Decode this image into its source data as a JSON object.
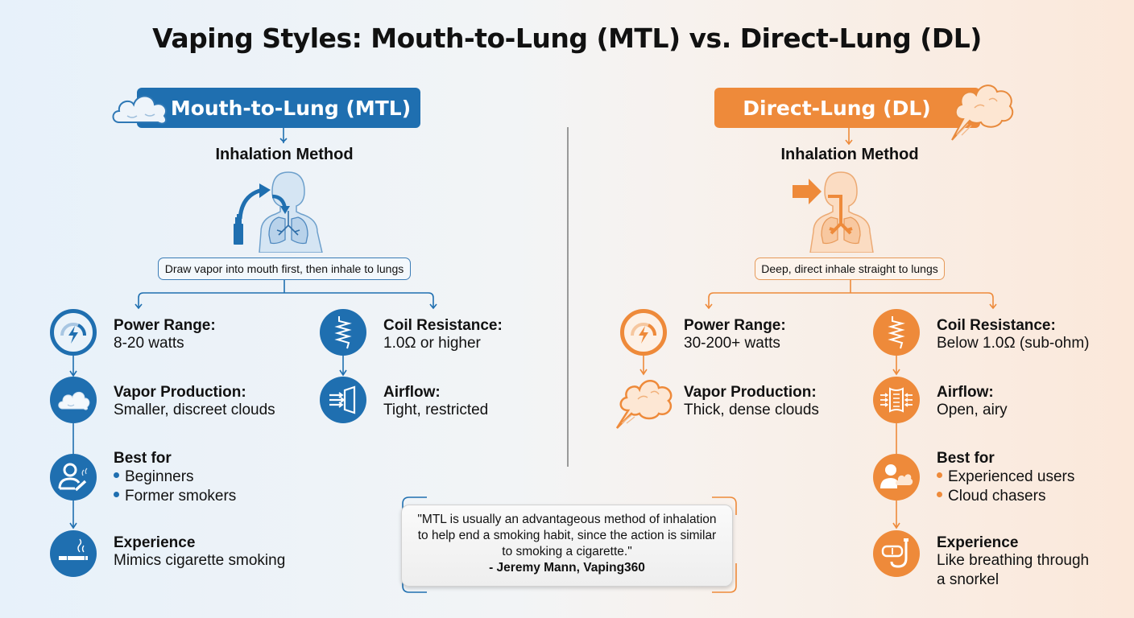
{
  "title": "Vaping Styles: Mouth-to-Lung (MTL) vs. Direct-Lung (DL)",
  "colors": {
    "mtl_accent": "#1f6fb0",
    "dl_accent": "#ee8a3a",
    "divider": "#9a9a9a"
  },
  "mtl": {
    "banner": "Mouth-to-Lung (MTL)",
    "banner_icon": "cloud-icon",
    "inhalation_heading": "Inhalation Method",
    "inhalation_icon": "torso-lungs-with-vape-arrow-icon",
    "inhalation_description": "Draw vapor into mouth first, then inhale to lungs",
    "features": {
      "power": {
        "icon": "power-gauge-icon",
        "title": "Power Range:",
        "value": "8-20 watts"
      },
      "vapor": {
        "icon": "cloud-icon",
        "title": "Vapor Production:",
        "value": "Smaller, discreet clouds"
      },
      "best_for": {
        "icon": "person-smoking-icon",
        "title": "Best for",
        "items": [
          "Beginners",
          "Former smokers"
        ]
      },
      "experience": {
        "icon": "cigarette-icon",
        "title": "Experience",
        "value": "Mimics cigarette smoking"
      },
      "coil": {
        "icon": "coil-icon",
        "title": "Coil Resistance:",
        "value": "1.0Ω or higher"
      },
      "airflow": {
        "icon": "restricted-airflow-icon",
        "title": "Airflow:",
        "value": "Tight, restricted"
      }
    }
  },
  "dl": {
    "banner": "Direct-Lung (DL)",
    "banner_icon": "cloud-burst-icon",
    "inhalation_heading": "Inhalation Method",
    "inhalation_icon": "torso-lungs-direct-arrow-icon",
    "inhalation_description": "Deep, direct inhale straight to lungs",
    "features": {
      "power": {
        "icon": "power-gauge-icon",
        "title": "Power Range:",
        "value": "30-200+ watts"
      },
      "vapor": {
        "icon": "cloud-burst-icon",
        "title": "Vapor Production:",
        "value": "Thick, dense clouds"
      },
      "coil": {
        "icon": "coil-icon",
        "title": "Coil Resistance:",
        "value": "Below 1.0Ω (sub-ohm)"
      },
      "airflow": {
        "icon": "open-airflow-icon",
        "title": "Airflow:",
        "value": "Open, airy"
      },
      "best_for": {
        "icon": "person-cloud-icon",
        "title": "Best for",
        "items": [
          "Experienced users",
          "Cloud chasers"
        ]
      },
      "experience": {
        "icon": "snorkel-icon",
        "title": "Experience",
        "value_line1": "Like breathing through",
        "value_line2": "a snorkel"
      }
    }
  },
  "quote": {
    "line1": "\"MTL is usually an advantageous method of inhalation",
    "line2": "to help end a smoking habit, since the action is similar",
    "line3": "to smoking a cigarette.\"",
    "author": "- Jeremy Mann, Vaping360"
  }
}
